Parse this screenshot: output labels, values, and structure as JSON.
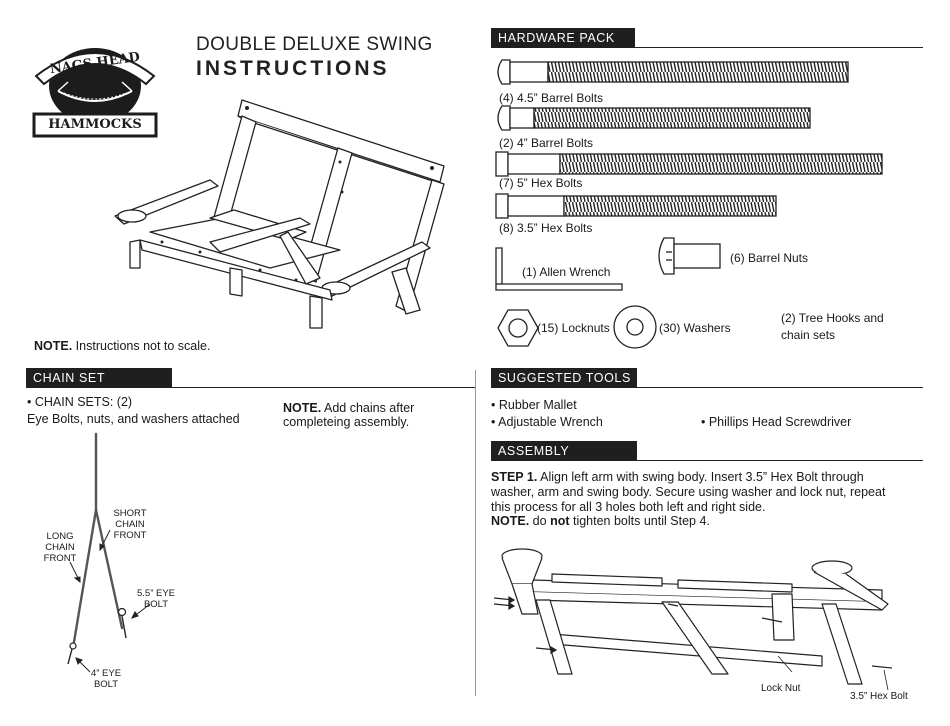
{
  "logo": {
    "top": "NAGS HEAD",
    "bottom": "HAMMOCKS"
  },
  "title": {
    "line1": "DOUBLE DELUXE SWING",
    "line2": "INSTRUCTIONS"
  },
  "note_scale": {
    "bold": "NOTE.",
    "text": " Instructions not to scale."
  },
  "hardware": {
    "header": "HARDWARE PACK",
    "items": {
      "barrel_45": "(4) 4.5” Barrel Bolts",
      "barrel_4": "(2) 4” Barrel Bolts",
      "hex_5": "(7) 5” Hex Bolts",
      "hex_35": "(8) 3.5” Hex Bolts",
      "allen": "(1) Allen Wrench",
      "barrel_nuts": "(6) Barrel Nuts",
      "locknuts": "(15) Locknuts",
      "washers": "(30) Washers",
      "tree_hooks_1": "(2) Tree Hooks and",
      "tree_hooks_2": "chain sets"
    }
  },
  "chain": {
    "header": "CHAIN SET",
    "line1": "• CHAIN SETS: (2)",
    "line2": "Eye Bolts, nuts, and washers attached",
    "note_bold": "NOTE.",
    "note_text": " Add chains after",
    "note_text2": "completeing assembly.",
    "labels": {
      "short_1": "SHORT",
      "short_2": "CHAIN",
      "short_3": "FRONT",
      "long_1": "LONG",
      "long_2": "CHAIN",
      "long_3": "FRONT",
      "eye55_1": "5.5” EYE",
      "eye55_2": "BOLT",
      "eye4_1": "4” EYE",
      "eye4_2": "BOLT"
    }
  },
  "tools": {
    "header": "SUGGESTED TOOLS",
    "items": [
      "• Rubber Mallet",
      "• Adjustable Wrench",
      "• Phillips Head Screwdriver"
    ]
  },
  "assembly": {
    "header": "ASSEMBLY",
    "step_bold": "STEP 1.",
    "step_l1": " Align left arm with swing body. Insert 3.5” Hex Bolt through",
    "step_l2": "washer, arm and swing body. Secure using washer and lock nut, repeat",
    "step_l3": "this process for all 3 holes both left and right side.",
    "note_bold": "NOTE.",
    "note_a": " do ",
    "note_b": "not",
    "note_c": " tighten bolts until Step 4.",
    "label_locknut": "Lock Nut",
    "label_hexbolt": "3.5” Hex Bolt"
  },
  "colors": {
    "header_bg": "#1f1f1f",
    "logo_dark": "#1c1c1c",
    "ink": "#1a1a1a"
  }
}
